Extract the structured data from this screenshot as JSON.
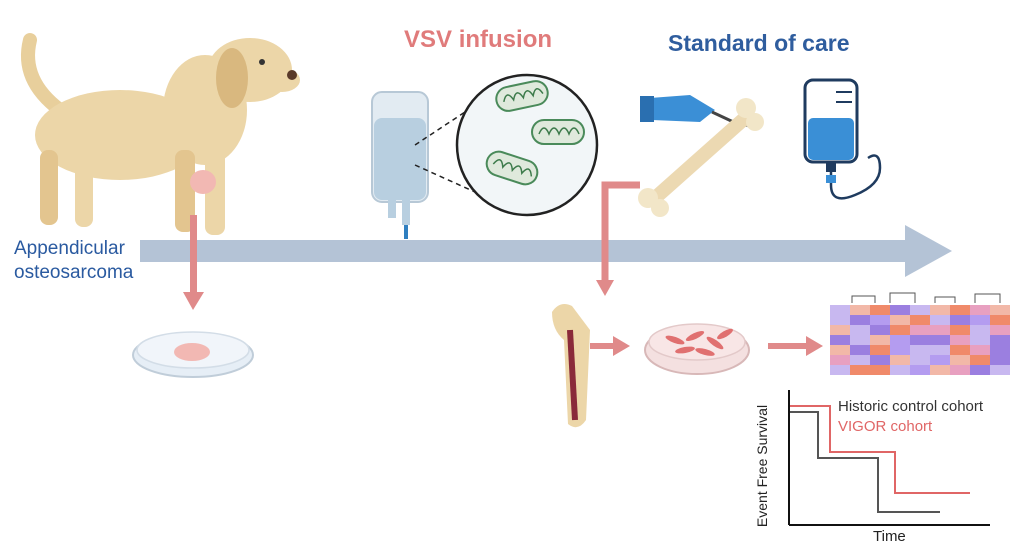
{
  "titles": {
    "vsv_infusion": "VSV infusion",
    "standard_of_care": "Standard of care"
  },
  "tumor_label": {
    "line1": "Appendicular",
    "line2": "osteosarcoma"
  },
  "survival_plot": {
    "ylabel": "Event Free Survival",
    "xlabel": "Time",
    "legend_historic": "Historic control cohort",
    "legend_vigor": "VIGOR cohort"
  },
  "colors": {
    "vsv_red": "#e07b7b",
    "soc_blue": "#2f5d9e",
    "timeline": "#b4c3d6",
    "arrow_red": "#e08a8a",
    "historic_line": "#555555",
    "vigor_line": "#e06666",
    "label_blue": "#2a5aa0"
  },
  "icons": [
    "dog-icon",
    "tumor-icon",
    "petri-dish-icon",
    "iv-bag-icon",
    "virus-icon",
    "gloved-hand-scalpel-icon",
    "bone-icon",
    "iv-line-icon",
    "bone-section-icon",
    "cell-culture-dish-icon",
    "heatmap-icon"
  ]
}
